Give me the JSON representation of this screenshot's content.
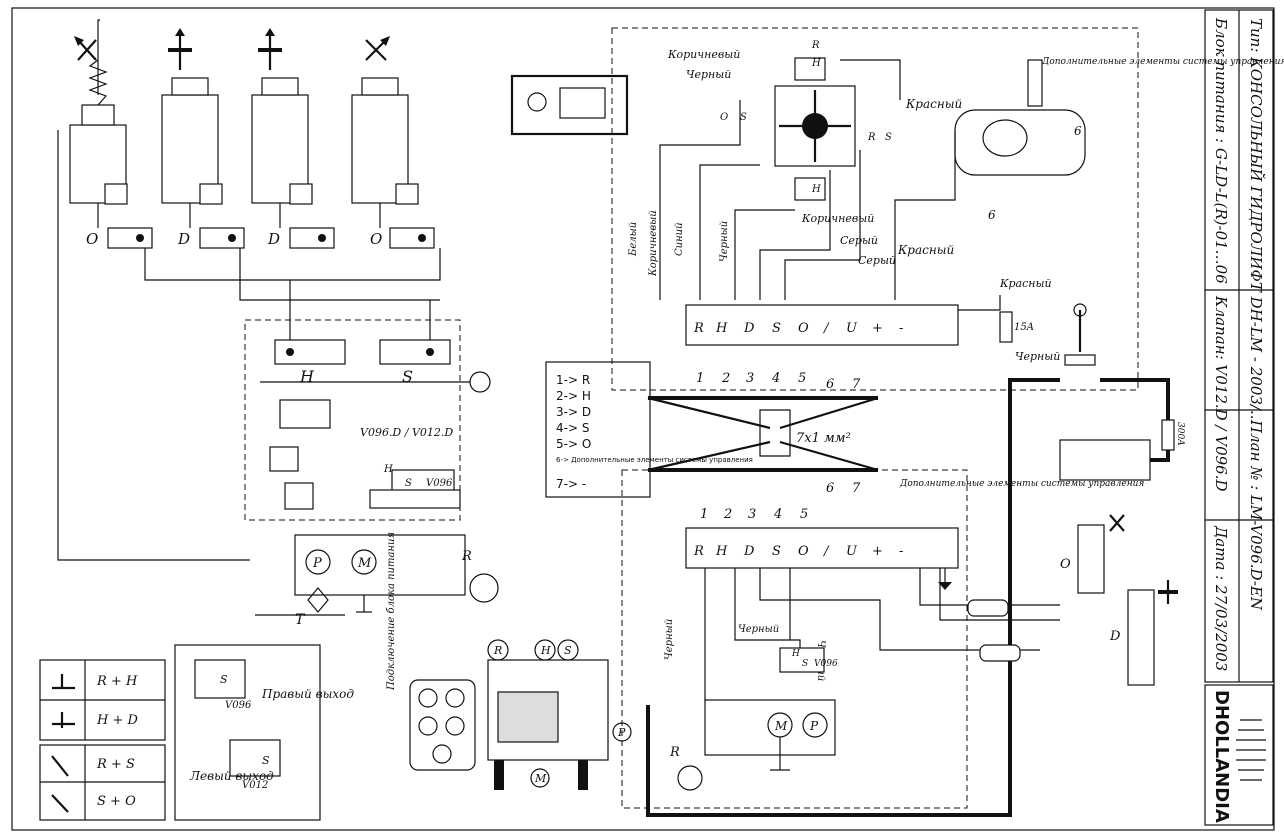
{
  "title_block": {
    "type_label": "Тип: КОНСОЛЬНЫЙ ГИДРОЛИФТ DH-LM - 2003/...",
    "power_unit": "Блок питания : G-LD-L(R)-01…06",
    "valve": "Клапан: V012.D / V096.D",
    "plan": "План № : LM-V096.D-EN",
    "date": "Дата : 27/03/2003",
    "logo": "DHOLLANDIA"
  },
  "legend_mapping": {
    "rows": [
      "1-> R",
      "2-> H",
      "3-> D",
      "4-> S",
      "5-> O",
      "6-> Дополнительные элементы системы управления",
      "7-> -"
    ]
  },
  "valve_letters": [
    "O",
    "D",
    "D",
    "O"
  ],
  "labels": {
    "H": "H",
    "S": "S",
    "T": "T",
    "P": "P",
    "M": "M",
    "R": "R",
    "v096": "V096",
    "v012": "V012",
    "valve_code": "V096.D / V012.D",
    "cable": "7x1 мм²",
    "fuse15": "15A",
    "fuse300": "300A",
    "right_out": "Правый выход",
    "left_out": "Левый выход",
    "power_conn": "Подключение блока питания",
    "extra_top": "Дополнительные элементы системы управления",
    "extra_bottom": "Дополнительные элементы системы управления",
    "six": "6"
  },
  "wire_colors": {
    "brown": "Коричневый",
    "black": "Черный",
    "red": "Красный",
    "white": "Белый",
    "blue": "Синий",
    "grey": "Серый"
  },
  "terminal_row": [
    "R",
    "H",
    "D",
    "S",
    "O",
    "/",
    "U",
    "+",
    "-"
  ],
  "numbers_top": [
    "1",
    "2",
    "3",
    "4",
    "5",
    "6",
    "7"
  ],
  "combo_legend": [
    {
      "combo": "R + H"
    },
    {
      "combo": "H + D"
    },
    {
      "combo": "R + S"
    },
    {
      "combo": "S + O"
    }
  ]
}
